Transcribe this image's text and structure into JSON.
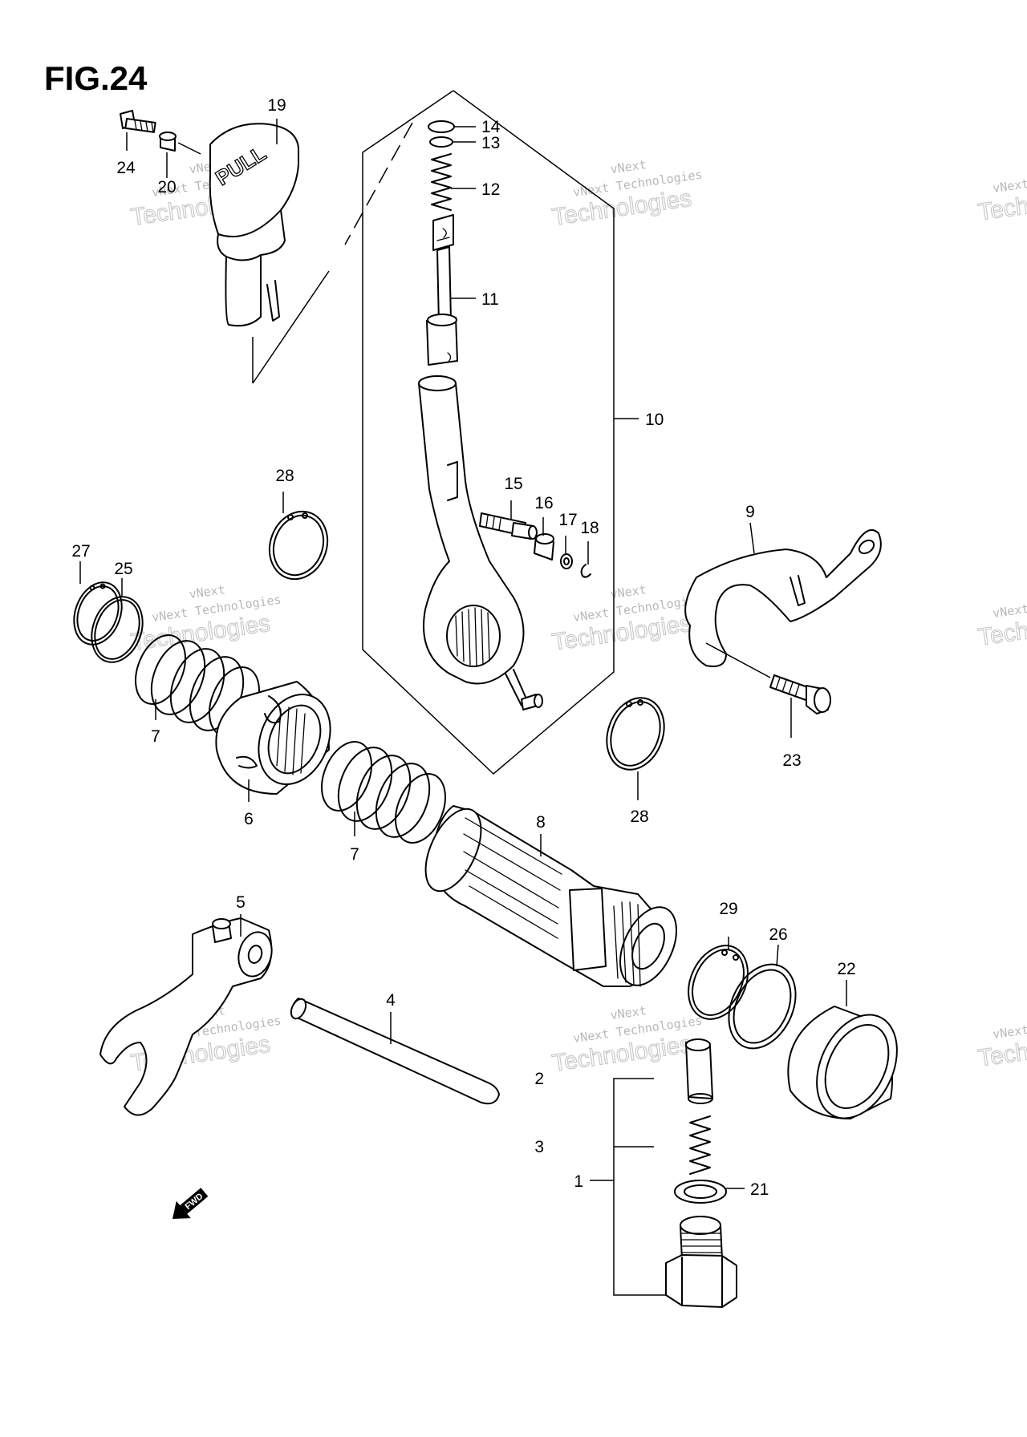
{
  "figure": {
    "title": "FIG.24",
    "knob_text": "PULL",
    "fwd_text": "FWD"
  },
  "watermark": {
    "brand": "vNext",
    "small": "vNext Technologies",
    "large": "Technologies"
  },
  "callouts": [
    {
      "id": "c1",
      "label": "1"
    },
    {
      "id": "c2",
      "label": "2"
    },
    {
      "id": "c3",
      "label": "3"
    },
    {
      "id": "c4",
      "label": "4"
    },
    {
      "id": "c5",
      "label": "5"
    },
    {
      "id": "c6",
      "label": "6"
    },
    {
      "id": "c7a",
      "label": "7"
    },
    {
      "id": "c7b",
      "label": "7"
    },
    {
      "id": "c8",
      "label": "8"
    },
    {
      "id": "c9",
      "label": "9"
    },
    {
      "id": "c10",
      "label": "10"
    },
    {
      "id": "c11",
      "label": "11"
    },
    {
      "id": "c12",
      "label": "12"
    },
    {
      "id": "c13",
      "label": "13"
    },
    {
      "id": "c14",
      "label": "14"
    },
    {
      "id": "c15",
      "label": "15"
    },
    {
      "id": "c16",
      "label": "16"
    },
    {
      "id": "c17",
      "label": "17"
    },
    {
      "id": "c18",
      "label": "18"
    },
    {
      "id": "c19",
      "label": "19"
    },
    {
      "id": "c20",
      "label": "20"
    },
    {
      "id": "c21",
      "label": "21"
    },
    {
      "id": "c22",
      "label": "22"
    },
    {
      "id": "c23",
      "label": "23"
    },
    {
      "id": "c24",
      "label": "24"
    },
    {
      "id": "c25",
      "label": "25"
    },
    {
      "id": "c26",
      "label": "26"
    },
    {
      "id": "c27",
      "label": "27"
    },
    {
      "id": "c28a",
      "label": "28"
    },
    {
      "id": "c28b",
      "label": "28"
    },
    {
      "id": "c29",
      "label": "29"
    }
  ],
  "colors": {
    "ink": "#000000",
    "paper": "#ffffff",
    "watermark": "#b8b8b8"
  }
}
